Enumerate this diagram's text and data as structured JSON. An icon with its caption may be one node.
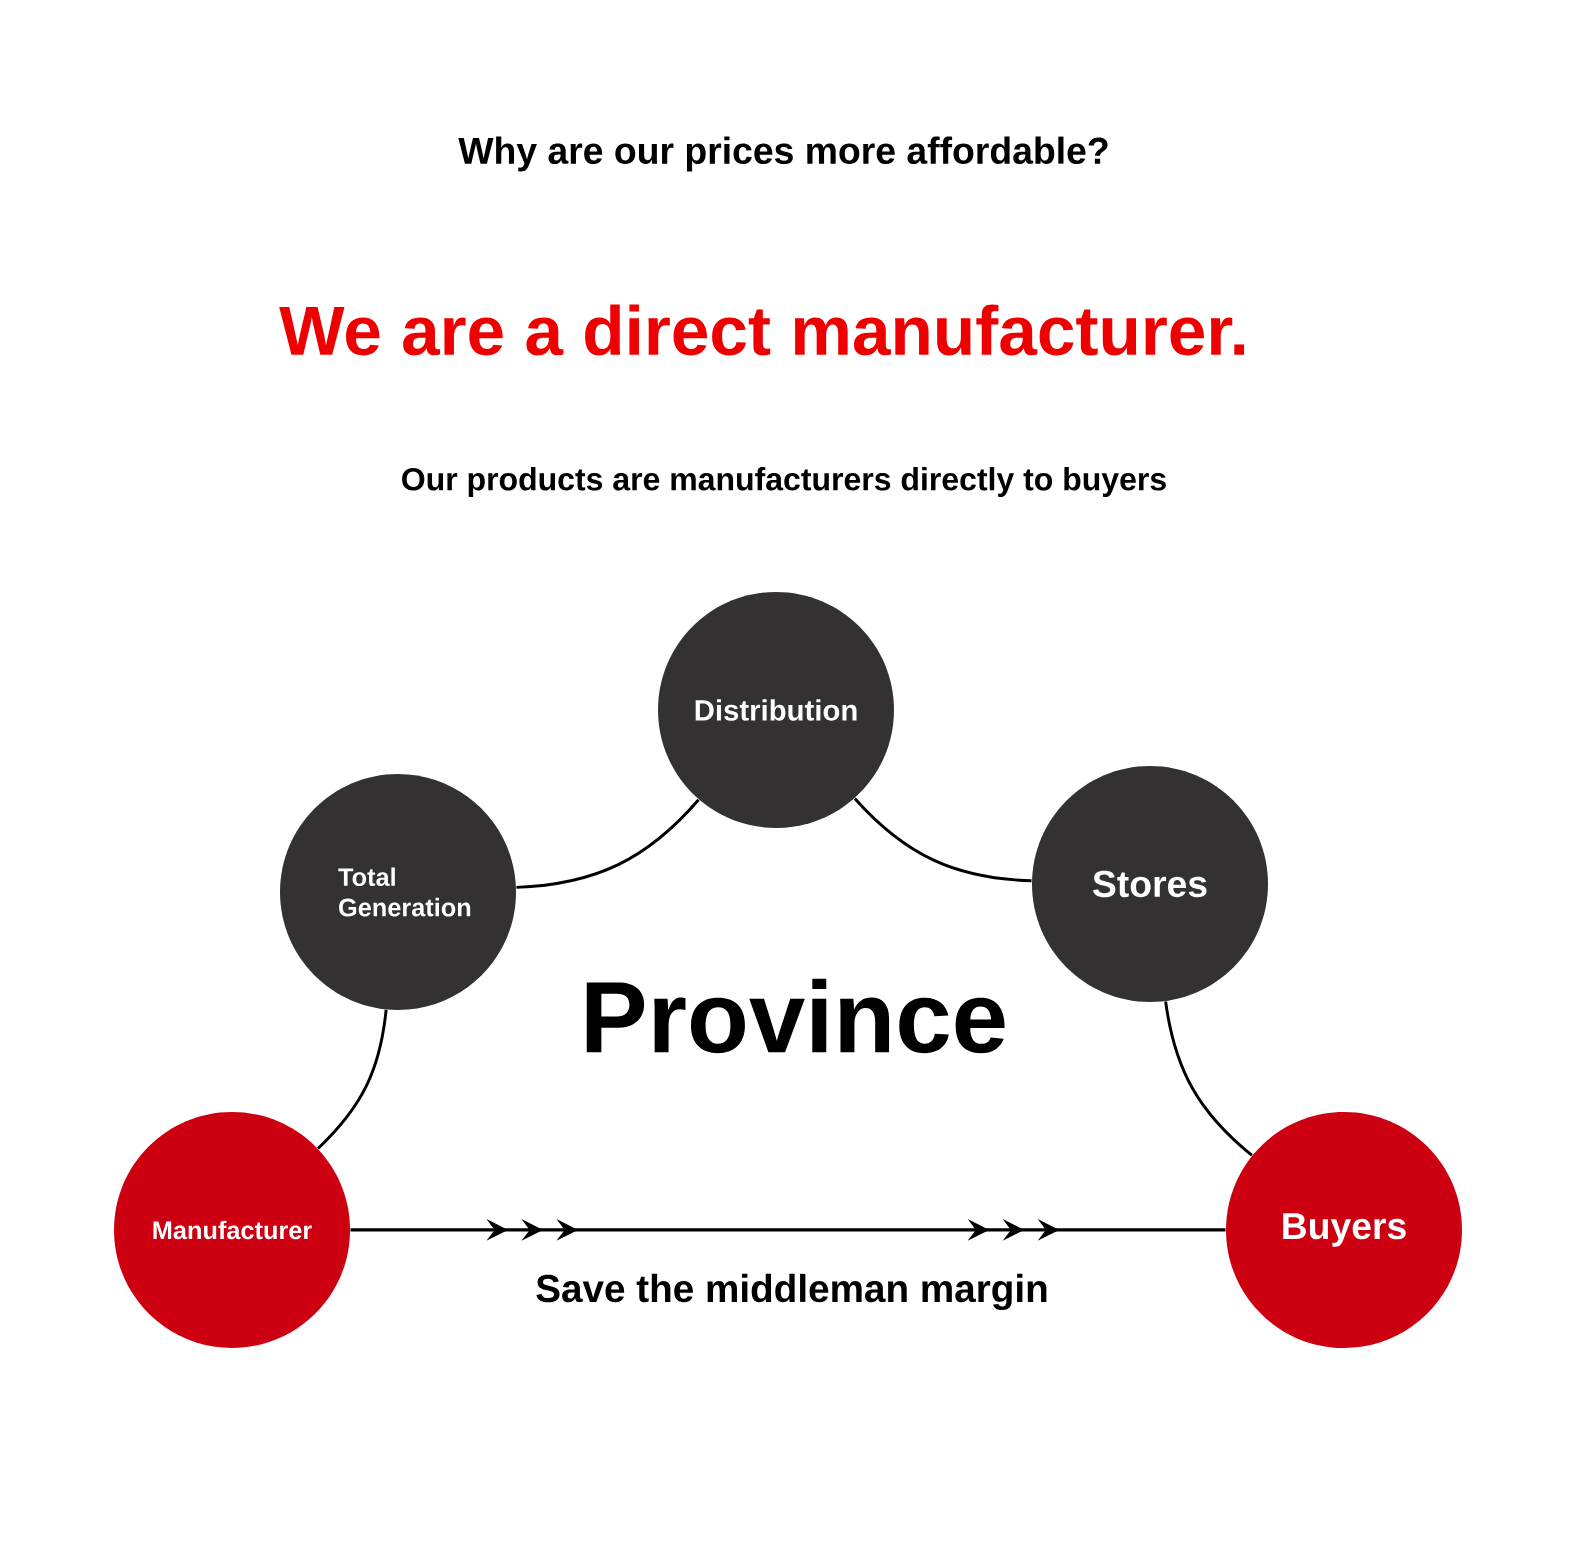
{
  "diagram": {
    "title": "Why are our prices more affordable?",
    "nodes": [
      {
        "text": [
          "Manufacturer"
        ]
      },
      {
        "text": [
          "Total Generation"
        ]
      },
      {
        "text": [
          "Distribution"
        ]
      },
      {
        "text": [
          "Stores"
        ]
      },
      {
        "text": [
          "Buyers"
        ]
      }
    ],
    "edges": [
      {
        "from": 0,
        "to": 1,
        "arrow": "none"
      },
      {
        "from": 1,
        "to": 2,
        "arrow": "none"
      },
      {
        "from": 2,
        "to": 3,
        "arrow": "none"
      },
      {
        "from": 3,
        "to": 4,
        "arrow": "none"
      },
      {
        "from": 0,
        "to": 4,
        "arrow": "to",
        "label": "Save the middleman margin"
      }
    ],
    "labels": [
      "We are a direct manufacturer.",
      "Our products are manufacturers directly to buyers",
      "Province"
    ]
  }
}
